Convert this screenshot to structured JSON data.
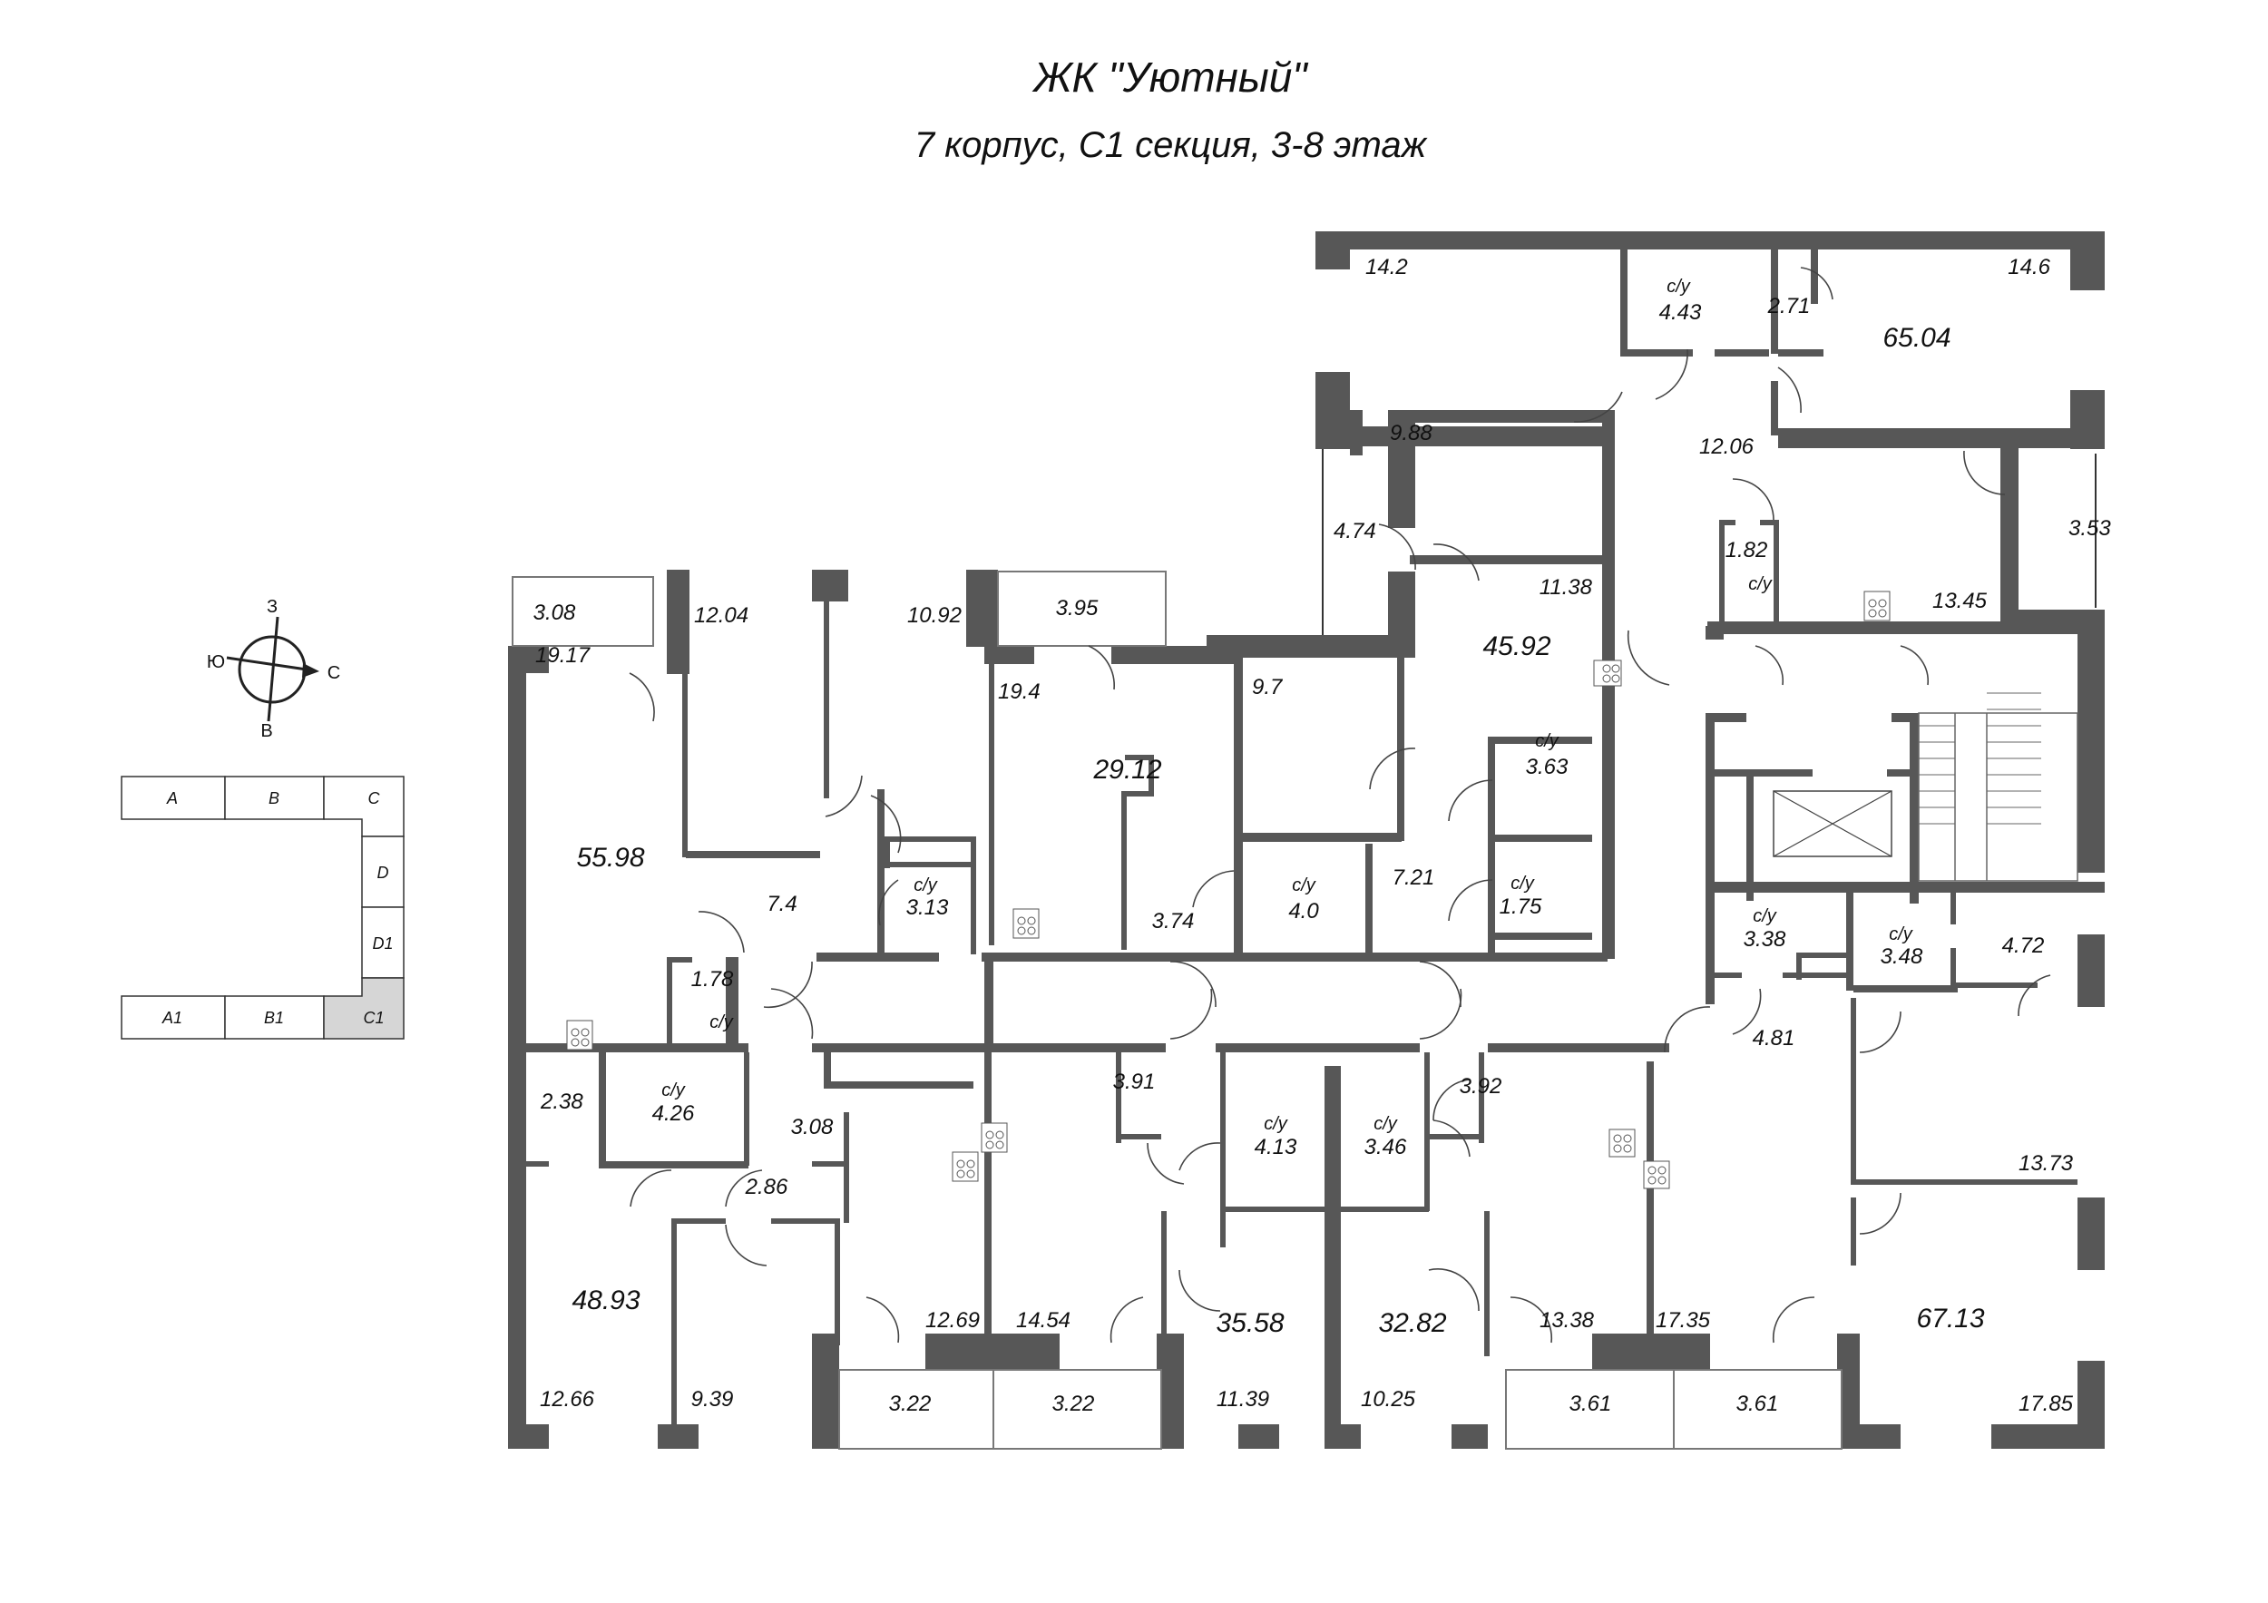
{
  "header": {
    "title": "ЖК \"Уютный\"",
    "subtitle": "7 корпус, С1 секция, 3-8 этаж"
  },
  "compass": {
    "north": "С",
    "south": "Ю",
    "west": "З",
    "east": "В",
    "icon": "compass-icon"
  },
  "section_key": {
    "cells": [
      "A",
      "B",
      "C",
      "D",
      "D1",
      "A1",
      "B1",
      "C1"
    ],
    "active": "C1",
    "active_color": "#d6d6d6"
  },
  "colors": {
    "wall": "#575757",
    "background": "#ffffff",
    "text": "#111111"
  },
  "apartments": [
    {
      "id": "apt-65.04",
      "total": "65.04",
      "rooms": [
        "14.2",
        "4.43",
        "2.71",
        "14.6",
        "12.06",
        "1.82",
        "13.45",
        "3.53"
      ]
    },
    {
      "id": "apt-45.92",
      "total": "45.92",
      "rooms": [
        "9.88",
        "4.74",
        "11.38",
        "3.63",
        "1.75",
        "7.21"
      ]
    },
    {
      "id": "apt-55.98",
      "total": "55.98",
      "rooms": [
        "3.08",
        "19.17",
        "12.04",
        "10.92",
        "7.4",
        "3.13",
        "1.78"
      ]
    },
    {
      "id": "apt-29.12",
      "total": "29.12",
      "rooms": [
        "3.95",
        "19.4",
        "3.74",
        "4.0",
        "9.7"
      ]
    },
    {
      "id": "apt-48.93",
      "total": "48.93",
      "rooms": [
        "2.38",
        "4.26",
        "3.08",
        "2.86",
        "12.66",
        "9.39",
        "12.69",
        "3.22"
      ]
    },
    {
      "id": "apt-35.58",
      "total": "35.58",
      "rooms": [
        "14.54",
        "3.22",
        "3.91",
        "4.13",
        "11.39"
      ]
    },
    {
      "id": "apt-32.82",
      "total": "32.82",
      "rooms": [
        "3.46",
        "3.92",
        "10.25",
        "13.38",
        "3.61"
      ]
    },
    {
      "id": "apt-67.13",
      "total": "67.13",
      "rooms": [
        "3.38",
        "3.48",
        "4.72",
        "4.81",
        "13.73",
        "17.35",
        "3.61",
        "17.85"
      ]
    }
  ],
  "labels": {
    "su": "с/у",
    "a14_2": "14.2",
    "a4_43": "4.43",
    "a2_71": "2.71",
    "a14_6": "14.6",
    "a65_04": "65.04",
    "a12_06": "12.06",
    "a9_88": "9.88",
    "a4_74": "4.74",
    "a1_82": "1.82",
    "a3_53": "3.53",
    "a11_38": "11.38",
    "a13_45": "13.45",
    "a45_92": "45.92",
    "a3_08t": "3.08",
    "a12_04": "12.04",
    "a10_92": "10.92",
    "a3_95": "3.95",
    "a19_17": "19.17",
    "a19_4": "19.4",
    "a9_7": "9.7",
    "a29_12": "29.12",
    "a55_98": "55.98",
    "a3_63": "3.63",
    "a7_4": "7.4",
    "a3_13": "3.13",
    "a3_74": "3.74",
    "a4_0": "4.0",
    "a7_21": "7.21",
    "a1_75": "1.75",
    "a3_38": "3.38",
    "a3_48": "3.48",
    "a4_72": "4.72",
    "a1_78": "1.78",
    "a4_81": "4.81",
    "a2_38": "2.38",
    "a4_26": "4.26",
    "a3_08b": "3.08",
    "a3_91": "3.91",
    "a4_13": "4.13",
    "a3_46": "3.46",
    "a3_92": "3.92",
    "a2_86": "2.86",
    "a13_73": "13.73",
    "a48_93": "48.93",
    "a12_69": "12.69",
    "a14_54": "14.54",
    "a35_58": "35.58",
    "a32_82": "32.82",
    "a13_38": "13.38",
    "a17_35": "17.35",
    "a67_13": "67.13",
    "a12_66": "12.66",
    "a9_39": "9.39",
    "a3_22a": "3.22",
    "a3_22b": "3.22",
    "a11_39": "11.39",
    "a10_25": "10.25",
    "a3_61a": "3.61",
    "a3_61b": "3.61",
    "a17_85": "17.85"
  }
}
